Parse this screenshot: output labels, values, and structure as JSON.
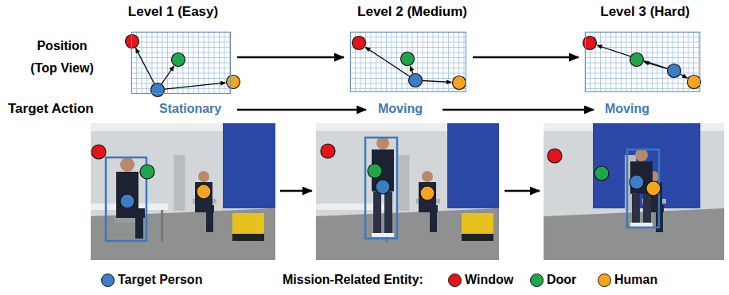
{
  "diagram": {
    "nodes": [
      {
        "text": [
          "Level 1 (Easy)"
        ]
      },
      {
        "text": [
          "Level 2 (Medium)"
        ]
      },
      {
        "text": [
          "Level 3 (Hard)"
        ]
      }
    ],
    "edges": [
      {
        "from": 0,
        "to": 1,
        "arrow": "to"
      },
      {
        "from": 1,
        "to": 2,
        "arrow": "to"
      }
    ],
    "labels": [
      "Position (Top View)",
      "Target Action",
      "Stationary",
      "Moving",
      "Moving",
      "Mission-Related Entity:"
    ],
    "legend": [
      {
        "text": "Target Person",
        "color": "#3c7dc3"
      },
      {
        "text": "Window",
        "color": "#e3141b"
      },
      {
        "text": "Door",
        "color": "#1fa64a"
      },
      {
        "text": "Human",
        "color": "#f5a41f"
      }
    ]
  }
}
